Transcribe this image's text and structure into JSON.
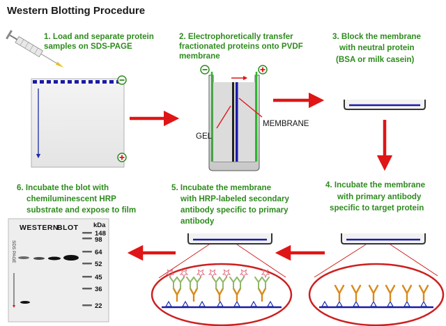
{
  "title": "Western Blotting Procedure",
  "steps": [
    {
      "lines": [
        "1. Load  and separate protein",
        "samples on SDS-PAGE"
      ]
    },
    {
      "lines": [
        "2. Electrophoretically transfer",
        "fractionated proteins onto PVDF",
        "membrane"
      ]
    },
    {
      "lines": [
        "3. Block the membrane",
        "with neutral protein",
        "(BSA or milk casein)"
      ]
    },
    {
      "lines": [
        "4. Incubate the membrane",
        "with primary antibody",
        "specific to target protein"
      ]
    },
    {
      "lines": [
        "5. Incubate the membrane",
        "with HRP-labeled secondary",
        "antibody specific to primary",
        "antibody"
      ]
    },
    {
      "lines": [
        "6. Incubate the blot with",
        "chemiluminescent HRP",
        "substrate and expose to film"
      ]
    }
  ],
  "labels": {
    "gel": "GEL",
    "membrane": "MEMBRANE"
  },
  "blot": {
    "title_left": "WESTERN",
    "title_right": "BLOT",
    "axis_label": "SDS PAGE",
    "unit": "kDa",
    "markers": [
      "148",
      "98",
      "64",
      "52",
      "45",
      "36",
      "22"
    ]
  },
  "colors": {
    "step_text": "#2e8b1e",
    "arrow": "#e01515",
    "membrane": "#1a1aa8",
    "primary_antibody": "#d98a1c",
    "secondary_antibody": "#8fb86a"
  }
}
